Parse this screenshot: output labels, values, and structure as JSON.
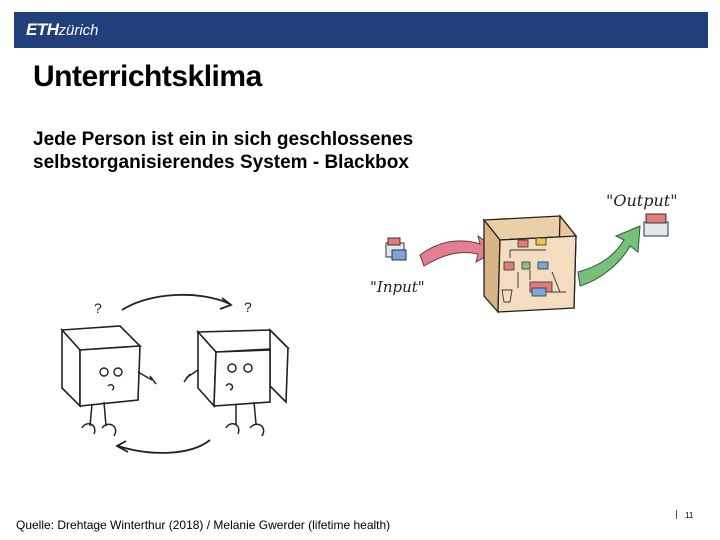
{
  "header": {
    "logo_bold": "ETH",
    "logo_light": "zürich"
  },
  "slide": {
    "title": "Unterrichtsklima",
    "subtitle": "Jede Person ist ein in sich geschlossenes\nselbstorganisierendes System - Blackbox"
  },
  "illustration": {
    "input_label": "\"Input\"",
    "output_label": "\"Output\"",
    "question_mark_left": "?",
    "question_mark_right": "?"
  },
  "footer": {
    "source": "Quelle: Drehtage Winterthur (2018) / Melanie Gwerder (lifetime health)",
    "page_number": "11"
  },
  "colors": {
    "eth_blue": "#1f407a",
    "box_fill": "#f3dcc0",
    "arrow_pink": "#e27f95",
    "arrow_green": "#76c07a"
  }
}
